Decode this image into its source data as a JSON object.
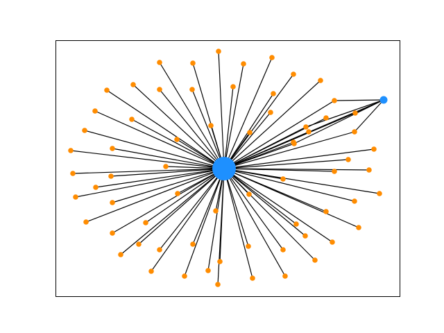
{
  "graph": {
    "colors": {
      "hub": "#1e90ff",
      "leaf": "#ff8c00",
      "edge": "#000000",
      "frame": "#000000",
      "background": "#ffffff"
    },
    "nodes": [
      {
        "id": "hub",
        "kind": "hub"
      },
      {
        "id": "secondary",
        "kind": "secondary"
      },
      {
        "id": "n1",
        "kind": "leaf"
      },
      {
        "id": "n2",
        "kind": "leaf"
      },
      {
        "id": "n3",
        "kind": "leaf"
      },
      {
        "id": "n4",
        "kind": "leaf"
      },
      {
        "id": "n5",
        "kind": "leaf"
      },
      {
        "id": "n6",
        "kind": "leaf"
      },
      {
        "id": "n7",
        "kind": "leaf"
      },
      {
        "id": "n8",
        "kind": "leaf"
      },
      {
        "id": "n9",
        "kind": "leaf"
      },
      {
        "id": "n10",
        "kind": "leaf"
      },
      {
        "id": "n11",
        "kind": "leaf"
      },
      {
        "id": "n12",
        "kind": "leaf"
      },
      {
        "id": "n13",
        "kind": "leaf"
      },
      {
        "id": "n14",
        "kind": "leaf"
      },
      {
        "id": "n15",
        "kind": "leaf"
      },
      {
        "id": "n16",
        "kind": "leaf"
      },
      {
        "id": "n17",
        "kind": "leaf"
      },
      {
        "id": "n18",
        "kind": "leaf"
      },
      {
        "id": "n19",
        "kind": "leaf"
      },
      {
        "id": "n20",
        "kind": "leaf"
      },
      {
        "id": "n21",
        "kind": "leaf"
      },
      {
        "id": "n22",
        "kind": "leaf"
      },
      {
        "id": "n23",
        "kind": "leaf"
      },
      {
        "id": "n24",
        "kind": "leaf"
      },
      {
        "id": "n25",
        "kind": "leaf"
      },
      {
        "id": "n26",
        "kind": "leaf"
      },
      {
        "id": "n27",
        "kind": "leaf"
      },
      {
        "id": "n28",
        "kind": "leaf"
      },
      {
        "id": "n29",
        "kind": "leaf"
      },
      {
        "id": "n30",
        "kind": "leaf"
      },
      {
        "id": "n31",
        "kind": "leaf"
      },
      {
        "id": "n32",
        "kind": "leaf"
      },
      {
        "id": "n33",
        "kind": "leaf"
      },
      {
        "id": "n34",
        "kind": "leaf"
      },
      {
        "id": "n35",
        "kind": "leaf"
      },
      {
        "id": "n36",
        "kind": "leaf"
      },
      {
        "id": "n37",
        "kind": "leaf"
      },
      {
        "id": "n38",
        "kind": "leaf"
      },
      {
        "id": "n39",
        "kind": "leaf"
      },
      {
        "id": "n40",
        "kind": "leaf"
      },
      {
        "id": "n41",
        "kind": "leaf"
      },
      {
        "id": "n42",
        "kind": "leaf"
      },
      {
        "id": "n43",
        "kind": "leaf"
      },
      {
        "id": "n44",
        "kind": "leaf"
      },
      {
        "id": "n45",
        "kind": "leaf"
      },
      {
        "id": "n46",
        "kind": "leaf"
      },
      {
        "id": "n47",
        "kind": "leaf"
      },
      {
        "id": "n48",
        "kind": "leaf"
      },
      {
        "id": "n49",
        "kind": "leaf"
      },
      {
        "id": "n50",
        "kind": "leaf"
      },
      {
        "id": "n51",
        "kind": "leaf"
      },
      {
        "id": "n52",
        "kind": "leaf"
      },
      {
        "id": "n53",
        "kind": "leaf"
      },
      {
        "id": "n54",
        "kind": "leaf"
      },
      {
        "id": "n55",
        "kind": "leaf"
      },
      {
        "id": "n56",
        "kind": "leaf"
      },
      {
        "id": "n57",
        "kind": "leaf"
      },
      {
        "id": "n58",
        "kind": "leaf"
      },
      {
        "id": "n59",
        "kind": "leaf"
      },
      {
        "id": "n60",
        "kind": "leaf"
      },
      {
        "id": "n61",
        "kind": "leaf"
      },
      {
        "id": "n62",
        "kind": "leaf"
      },
      {
        "id": "n63",
        "kind": "leaf"
      },
      {
        "id": "n64",
        "kind": "leaf"
      },
      {
        "id": "n65",
        "kind": "leaf"
      },
      {
        "id": "n66",
        "kind": "leaf"
      },
      {
        "id": "n67",
        "kind": "leaf"
      },
      {
        "id": "n68",
        "kind": "leaf"
      }
    ],
    "edges": [
      [
        "hub",
        "secondary"
      ],
      [
        "secondary",
        "n26"
      ],
      [
        "secondary",
        "n27"
      ],
      [
        "secondary",
        "n28"
      ],
      [
        "secondary",
        "n29"
      ],
      [
        "secondary",
        "n30"
      ],
      [
        "hub",
        "n1"
      ],
      [
        "hub",
        "n2"
      ],
      [
        "hub",
        "n3"
      ],
      [
        "hub",
        "n4"
      ],
      [
        "hub",
        "n5"
      ],
      [
        "hub",
        "n6"
      ],
      [
        "hub",
        "n7"
      ],
      [
        "hub",
        "n8"
      ],
      [
        "hub",
        "n9"
      ],
      [
        "hub",
        "n10"
      ],
      [
        "hub",
        "n11"
      ],
      [
        "hub",
        "n12"
      ],
      [
        "hub",
        "n13"
      ],
      [
        "hub",
        "n14"
      ],
      [
        "hub",
        "n15"
      ],
      [
        "hub",
        "n16"
      ],
      [
        "hub",
        "n17"
      ],
      [
        "hub",
        "n18"
      ],
      [
        "hub",
        "n19"
      ],
      [
        "hub",
        "n20"
      ],
      [
        "hub",
        "n21"
      ],
      [
        "hub",
        "n22"
      ],
      [
        "hub",
        "n23"
      ],
      [
        "hub",
        "n24"
      ],
      [
        "hub",
        "n25"
      ],
      [
        "hub",
        "n26"
      ],
      [
        "hub",
        "n27"
      ],
      [
        "hub",
        "n28"
      ],
      [
        "hub",
        "n29"
      ],
      [
        "hub",
        "n30"
      ],
      [
        "hub",
        "n31"
      ],
      [
        "hub",
        "n32"
      ],
      [
        "hub",
        "n33"
      ],
      [
        "hub",
        "n34"
      ],
      [
        "hub",
        "n35"
      ],
      [
        "hub",
        "n36"
      ],
      [
        "hub",
        "n37"
      ],
      [
        "hub",
        "n38"
      ],
      [
        "hub",
        "n39"
      ],
      [
        "hub",
        "n40"
      ],
      [
        "hub",
        "n41"
      ],
      [
        "hub",
        "n42"
      ],
      [
        "hub",
        "n43"
      ],
      [
        "hub",
        "n44"
      ],
      [
        "hub",
        "n45"
      ],
      [
        "hub",
        "n46"
      ],
      [
        "hub",
        "n47"
      ],
      [
        "hub",
        "n48"
      ],
      [
        "hub",
        "n49"
      ],
      [
        "hub",
        "n50"
      ],
      [
        "hub",
        "n51"
      ],
      [
        "hub",
        "n52"
      ],
      [
        "hub",
        "n53"
      ],
      [
        "hub",
        "n54"
      ],
      [
        "hub",
        "n55"
      ],
      [
        "hub",
        "n56"
      ],
      [
        "hub",
        "n57"
      ],
      [
        "hub",
        "n58"
      ],
      [
        "hub",
        "n59"
      ],
      [
        "hub",
        "n60"
      ],
      [
        "hub",
        "n61"
      ],
      [
        "hub",
        "n62"
      ],
      [
        "hub",
        "n63"
      ],
      [
        "hub",
        "n64"
      ],
      [
        "hub",
        "n65"
      ],
      [
        "hub",
        "n66"
      ],
      [
        "hub",
        "n67"
      ],
      [
        "hub",
        "n68"
      ]
    ]
  }
}
